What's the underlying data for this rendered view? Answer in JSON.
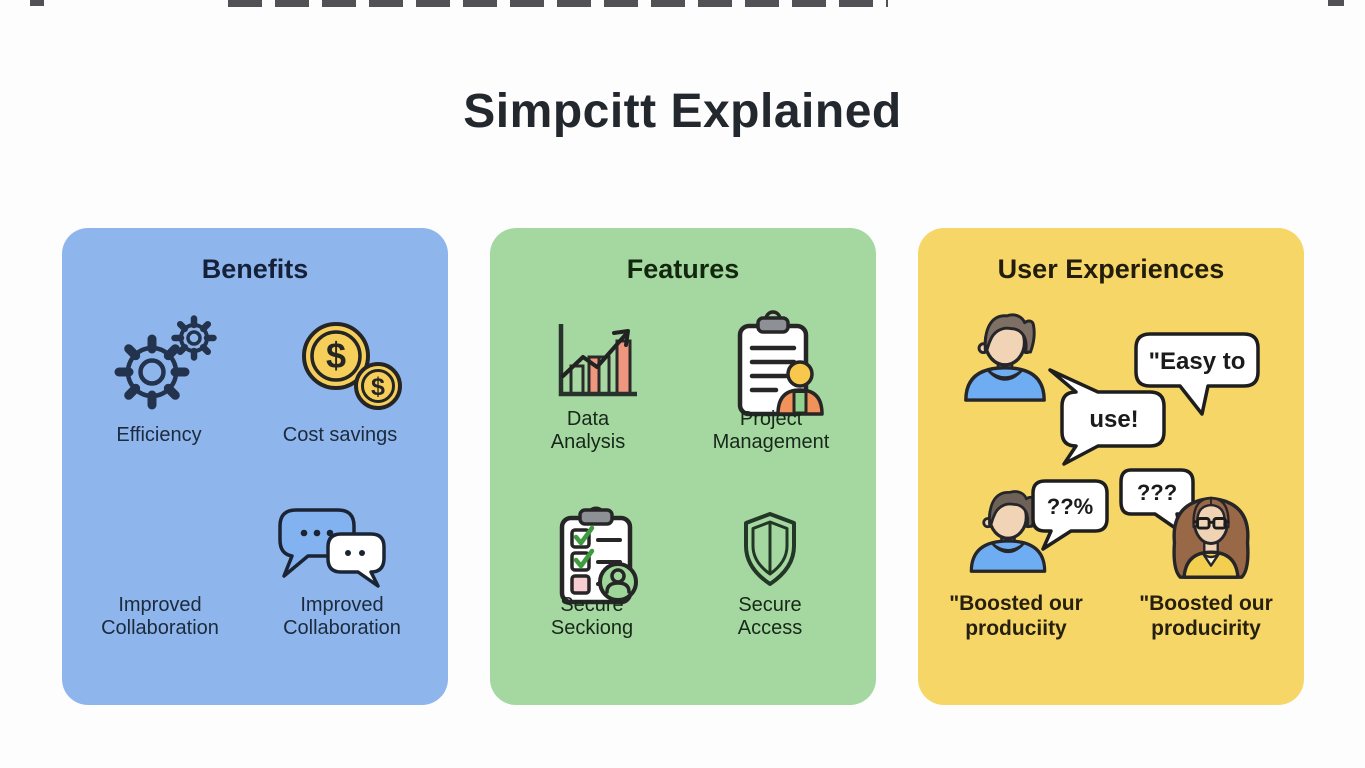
{
  "title": "Simpcitt Explained",
  "icons": {
    "dollar": "$"
  },
  "colors": {
    "benefits_bg": "#8FB6EC",
    "features_bg": "#A5D8A0",
    "experiences_bg": "#F5D667",
    "outline": "#23282e",
    "coin_fill": "#F6CF5B",
    "bar_green": "#A8D8A2",
    "bar_salmon": "#EF977E"
  },
  "panels": {
    "benefits": {
      "title": "Benefits",
      "items": [
        {
          "label": "Efficiency"
        },
        {
          "label": "Cost savings"
        },
        {
          "label": "Improved\nCollaboration"
        },
        {
          "label": "Improved\nCollaboration"
        }
      ]
    },
    "features": {
      "title": "Features",
      "items": [
        {
          "label": "Data\nAnalysis"
        },
        {
          "label": "Project\nManagement"
        },
        {
          "label": "Secure\nSeckiong"
        },
        {
          "label": "Secure\nAccess"
        }
      ]
    },
    "experiences": {
      "title": "User Experiences",
      "bubbles": [
        {
          "text": "\"Easy to"
        },
        {
          "text": "use!"
        },
        {
          "text": "??%"
        },
        {
          "text": "???"
        }
      ],
      "quotes": [
        {
          "text": "\"Boosted our\nproduciity"
        },
        {
          "text": "\"Boosted our\nproducirity"
        }
      ]
    }
  }
}
